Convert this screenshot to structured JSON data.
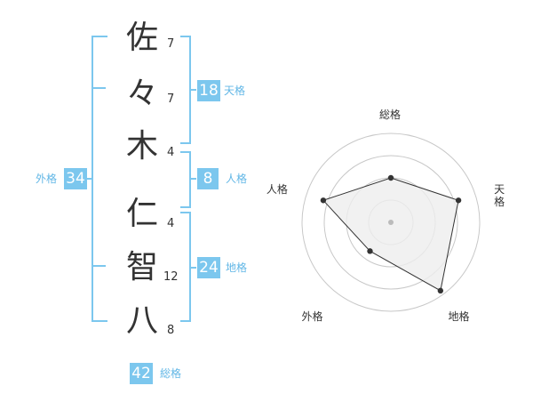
{
  "name": {
    "chars": [
      {
        "char": "佐",
        "strokes": "7"
      },
      {
        "char": "々",
        "strokes": "7"
      },
      {
        "char": "木",
        "strokes": "4"
      },
      {
        "char": "仁",
        "strokes": "4"
      },
      {
        "char": "智",
        "strokes": "12"
      },
      {
        "char": "八",
        "strokes": "8"
      }
    ]
  },
  "grids": {
    "tenkaku": {
      "value": "18",
      "label": "天格"
    },
    "jinkaku": {
      "value": "8",
      "label": "人格"
    },
    "chikaku": {
      "value": "24",
      "label": "地格"
    },
    "gaikaku": {
      "value": "34",
      "label": "外格"
    },
    "soukaku": {
      "value": "42",
      "label": "総格"
    }
  },
  "colors": {
    "accent": "#7cc7ee",
    "accent_text": "#62b7e6",
    "text": "#333333",
    "grid": "#c8c8c8",
    "fill": "#eeeeee"
  },
  "chart_data": {
    "type": "radar",
    "axes": [
      "総格",
      "天格",
      "地格",
      "外格",
      "人格"
    ],
    "values": [
      0.5,
      0.8,
      0.95,
      0.4,
      0.8
    ],
    "rings": 4,
    "max": 1
  }
}
